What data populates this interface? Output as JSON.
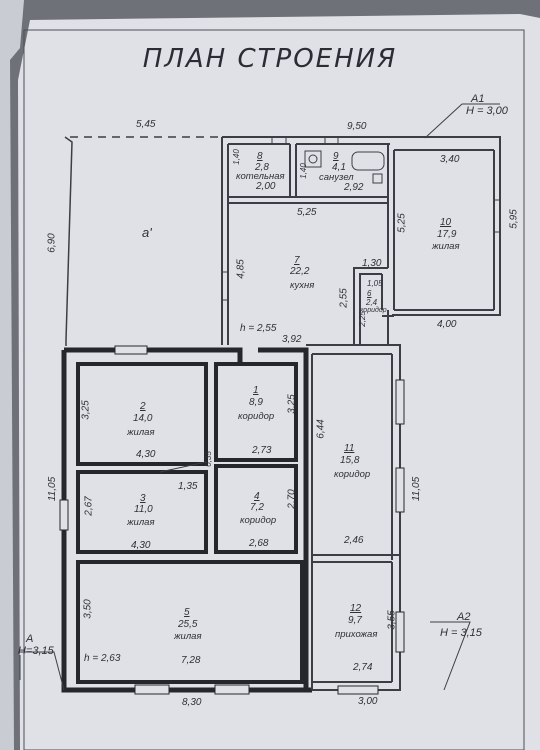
{
  "title": "ПЛАН СТРОЕНИЯ",
  "colors": {
    "paper": "#dfe1e6",
    "ink": "#25272d",
    "lightink": "#6a6d75"
  },
  "rooms": [
    {
      "id": "r1",
      "number": "1",
      "area": "8,9",
      "name": "коридор"
    },
    {
      "id": "r2",
      "number": "2",
      "area": "14,0",
      "name": "жилая"
    },
    {
      "id": "r3",
      "number": "3",
      "area": "11,0",
      "name": "жилая"
    },
    {
      "id": "r4",
      "number": "4",
      "area": "7,2",
      "name": "коридор"
    },
    {
      "id": "r5",
      "number": "5",
      "area": "25,5",
      "name": "жилая"
    },
    {
      "id": "r6",
      "number": "6",
      "area": "2,4",
      "name": "коридор"
    },
    {
      "id": "r7",
      "number": "7",
      "area": "22,2",
      "name": "кухня"
    },
    {
      "id": "r8",
      "number": "8",
      "area": "2,8",
      "name": "котельная"
    },
    {
      "id": "r9",
      "number": "9",
      "area": "4,1",
      "name": "санузел"
    },
    {
      "id": "r10",
      "number": "10",
      "area": "17,9",
      "name": "жилая"
    },
    {
      "id": "r11",
      "number": "11",
      "area": "15,8",
      "name": "коридор"
    },
    {
      "id": "r12",
      "number": "12",
      "area": "9,7",
      "name": "прихожая"
    }
  ],
  "annex_label": "а'",
  "sections": {
    "a1": {
      "name": "А1",
      "height": "H = 3,00"
    },
    "a2": {
      "name": "А2",
      "height": "H = 3,15"
    },
    "a": {
      "name": "А",
      "height": "H=3,15"
    }
  },
  "ceiling": {
    "h1": "h = 2,55",
    "h2": "h = 2,63"
  },
  "dims": {
    "d_545": "5,45",
    "d_950": "9,50",
    "d_340": "3,40",
    "d_595": "5,95",
    "d_525a": "5,25",
    "d_525b": "5,25",
    "d_400": "4,00",
    "d_140a": "1,40",
    "d_200": "2,00",
    "d_140b": "1,40",
    "d_292": "2,92",
    "d_690": "6,90",
    "d_485": "4,85",
    "d_130": "1,30",
    "d_255": "2,55",
    "d_105": "1,05",
    "d_225": "2,25",
    "d_392": "3,92",
    "d_325a": "3,25",
    "d_325b": "3,25",
    "d_644": "6,44",
    "d_430a": "4,30",
    "d_035": "0,35",
    "d_135": "1,35",
    "d_273": "2,73",
    "d_1105a": "11,05",
    "d_1105b": "11,05",
    "d_267": "2,67",
    "d_270": "2,70",
    "d_430b": "4,30",
    "d_268": "2,68",
    "d_246": "2,46",
    "d_350": "3,50",
    "d_355": "3,55",
    "d_728": "7,28",
    "d_274": "2,74",
    "d_830": "8,30",
    "d_300": "3,00"
  }
}
